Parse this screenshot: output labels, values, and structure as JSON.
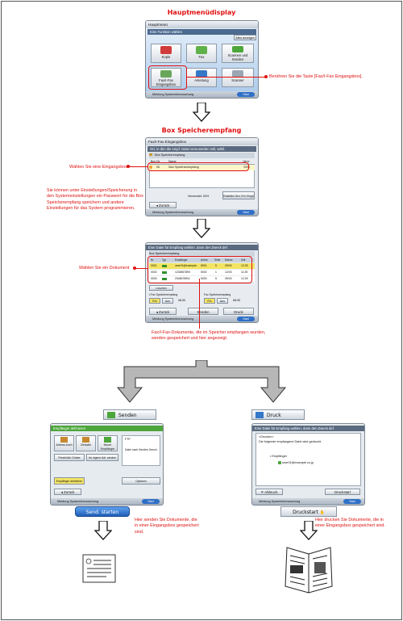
{
  "titles": {
    "main_menu": "Hauptmenüdisplay",
    "box_memory": "Box Speicherempfang"
  },
  "notes": {
    "press_key": "Berühren Sie die Taste [Fax/I-Fax Eingangsbox].",
    "select_inbox": "Wählen Sie eine Eingangsbox",
    "password_info": "Sie können unter Einstellungen/Speicherung in den Systemeinstellungen ein Passwort für die Box Speicherempfang speichern und andere Einstellungen für das System programmieren.",
    "select_document": "Wählen Sie ein Dokument",
    "docs_stored": "Fax/I-Fax-Dokumente, die im Speicher empfangen wurden, werden gespeichert und hier angezeigt.",
    "send_docs": "Hier senden Sie Dokumente, die in einer Eingangsbox gespeichert sind.",
    "print_docs": "Hier drucken Sie Dokumente, die in einer Eingangsbox gespeichert sind."
  },
  "screen1": {
    "title": "Hauptmenü",
    "bar": "Eine Funktion wählen",
    "corner": "Alles anzeigen",
    "tiles": [
      "Kopie",
      "Fax",
      "Scannen und Senden",
      "Fax/I-Fax Eingangsbox",
      "Anleitung",
      "Scanner"
    ],
    "footer": "Meldung Systemüberwachung",
    "ok": "Start"
  },
  "screen2": {
    "title": "Fax/I-Fax Eingangsbox",
    "bar": "Ort, in den die empf. Datei verw.werden soll, wähl.",
    "tab": "Box Speicherempfang",
    "headers": [
      "Box Nr.",
      "Name",
      "Verw."
    ],
    "row": [
      "00",
      "Box Speicherempfang",
      "53%"
    ],
    "used": "Verwendet: 53%",
    "settings": "Einstellen Gen. Erh. Eing.box",
    "back": "Zurück",
    "footer": "Meldung Systemüberwachung",
    "ok": "Start"
  },
  "screen3": {
    "bar": "Eine Datei für Empfang wählen, dann den Zweck def.",
    "tab": "Box Speicherempfang",
    "headers": [
      "Nr.",
      "Typ",
      "Empfänger",
      "Anfrnr.",
      "Seite",
      "Datum",
      "Zeit"
    ],
    "rows": [
      [
        "0001",
        "user01@example.",
        "5001",
        "5",
        "09/03",
        "12:25"
      ],
      [
        "0002",
        "1234567890",
        "5002",
        "1",
        "12/03",
        "11:25"
      ],
      [
        "0003",
        "2345678901",
        "5003",
        "5",
        "09/03",
        "12:25"
      ]
    ],
    "delete": "Löschen",
    "ifax_left": "I-Fax Speicherempfang",
    "ifax_right": "Fax Speicherempfang",
    "ein": "Ein",
    "aus": "Aus",
    "time1": "08:30",
    "time2": "08:30",
    "back": "Zurück",
    "send": "Senden",
    "print": "Druck",
    "footer": "Meldung Systemüberwachung",
    "ok": "Start"
  },
  "screen4": {
    "header_btn": "Senden",
    "title": "Empfänger definieren",
    "tiles": [
      "Adress-buch",
      "Zielwahl",
      "Neuer Empfänger",
      "Persönlich Ordner",
      "An eigene Adr. senden"
    ],
    "side1": "FTP",
    "side2": "Datei nach Senden Gesch.",
    "bottom1": "Empfänger definieren",
    "bottom2": "Optionen",
    "back": "Zurück",
    "footer": "Meldung Systemüberwachung",
    "ok": "Start",
    "send_start": "Send. starten"
  },
  "screen5": {
    "header_btn": "Druck",
    "bar": "Eine Datei für Empfang wählen, dann den Zweck def.",
    "druck_label": "<Drucken>",
    "message": "Die folgende empfangene Datei wird gedruckt.",
    "recipient_label": "Empfänger",
    "recipient": "user01@example.co.jp",
    "abort": "Abbruch",
    "print_start_small": "Druckstart",
    "footer": "Meldung Systemüberwachung",
    "ok": "Start",
    "print_start": "Druckstart"
  },
  "colors": {
    "accent": "#e01010",
    "arrow_fill": "#ffffff",
    "arrow_gray": "#b7b7b7",
    "highlight": "#f3e463",
    "send_button": "#2f6fc6"
  }
}
